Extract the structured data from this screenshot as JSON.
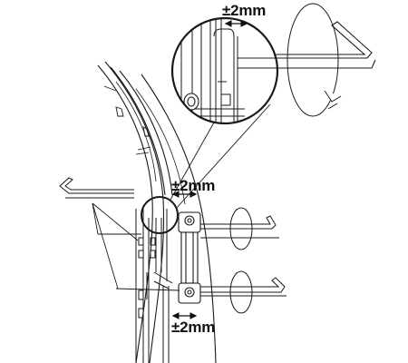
{
  "annotations": {
    "tolerance_top": "±2mm",
    "tolerance_mid": "±2mm",
    "tolerance_bottom": "±2mm"
  },
  "colors": {
    "line": "#1a1a1a",
    "background": "#ffffff"
  }
}
